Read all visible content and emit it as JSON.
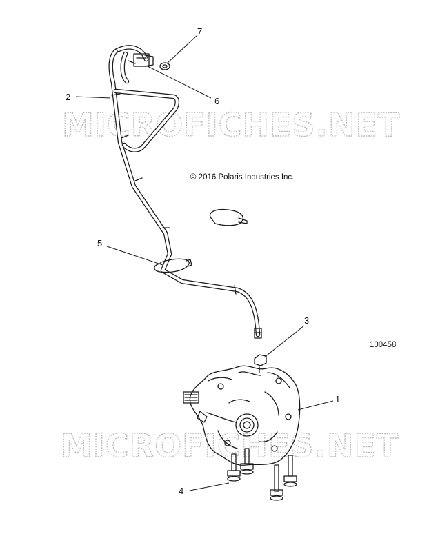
{
  "copyright": "© 2016 Polaris Industries Inc.",
  "figure_number": "100458",
  "watermark": "MICROFICHES.NET",
  "callouts": {
    "c1": "1",
    "c2": "2",
    "c3": "3",
    "c4": "4",
    "c5": "5",
    "c6": "6",
    "c7": "7"
  }
}
